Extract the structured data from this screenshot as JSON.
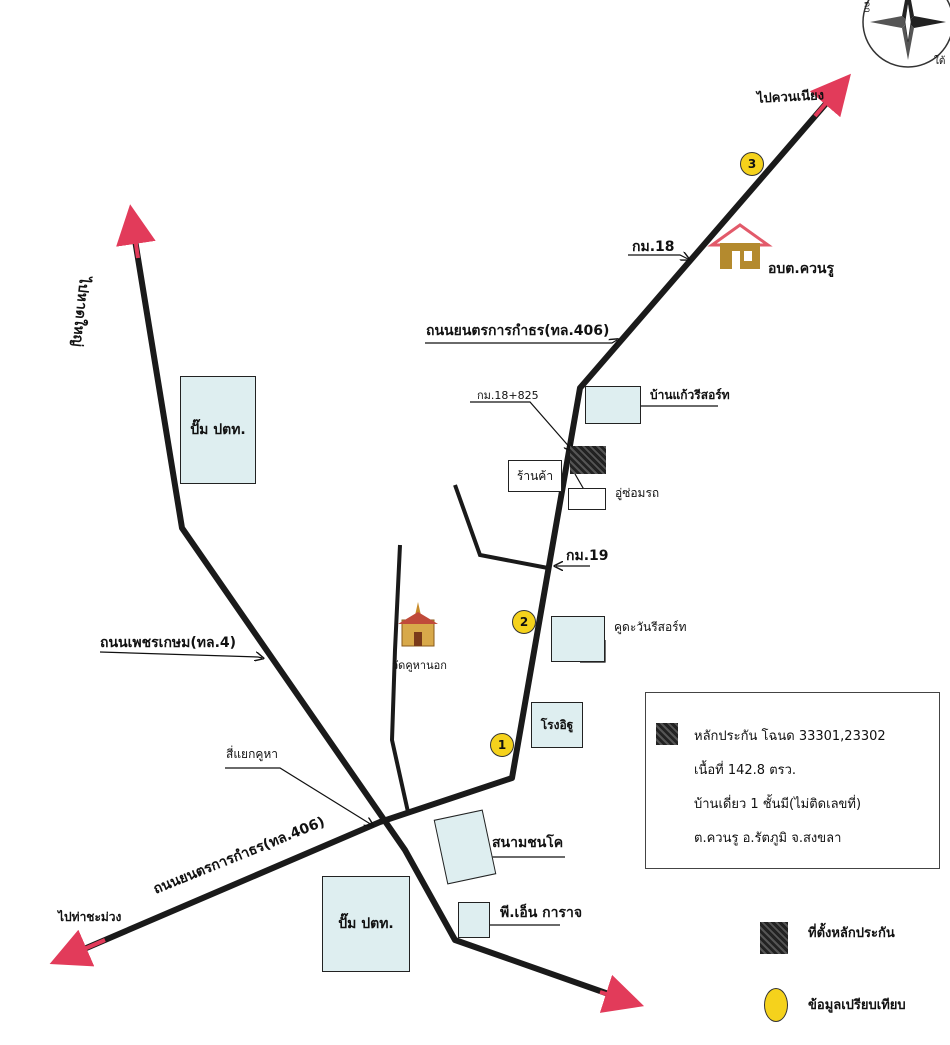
{
  "roads": {
    "road_406_upper": "ถนนยนตรการกำธร(ทล.406)",
    "road_406_lower": "ถนนยนตรการกำธร(ทล.406)",
    "road_4": "ถนนเพชรเกษม(ทล.4)"
  },
  "directions": {
    "to_khuan_niang": "ไปควนเนียง",
    "to_hat_yai": "ไปหาดใหญ่",
    "to_tha_chamuang": "ไปท่าชะม่วง"
  },
  "km_markers": {
    "km18": "กม.18",
    "km18_825": "กม.18+825",
    "km19": "กม.19"
  },
  "places": {
    "ptt_top": "ปั๊ม ปตท.",
    "ptt_bottom": "ปั๊ม ปตท.",
    "obt": "อบต.ควนรู",
    "baan_kaew": "บ้านแก้วรีสอร์ท",
    "shop": "ร้านค้า",
    "garage": "อู่ซ่อมรถ",
    "kudawan": "คูดะวันรีสอร์ท",
    "wat": "วัดคูหานอก",
    "school": "โรงอิฐู",
    "intersection": "สี่แยกคูหา",
    "stadium": "สนามชนโค",
    "pn_garage": "พี.เอ็น การาจ"
  },
  "comparables": [
    "1",
    "2",
    "3"
  ],
  "compass": {
    "north": "ดก",
    "south": "ใต้"
  },
  "info_box": {
    "line1": "หลักประกัน  โฉนด 33301,23302",
    "line2": "เนื้อที่ 142.8 ตรว.",
    "line3": "บ้านเดี่ยว 1 ชั้นมี(ไม่ติดเลขที่)",
    "line4": "ต.ควนรู อ.รัตภูมิ  จ.สงขลา"
  },
  "legend": {
    "collateral_location": "ที่ตั้งหลักประกัน",
    "comparison_data": "ข้อมูลเปรียบเทียบ"
  },
  "colors": {
    "road": "#1a1a1a",
    "arrow_head": "#e23b5a",
    "box_fill": "#deeef0",
    "marker": "#f5d21c",
    "building": "#b48a2e",
    "roof": "#e25a6a"
  }
}
